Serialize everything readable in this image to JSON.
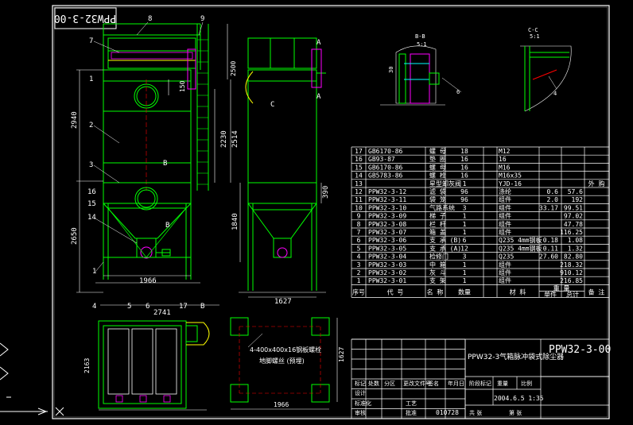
{
  "colors": {
    "background": "#000000",
    "frame": "#ffffff",
    "geometry": "#00ff00",
    "text": "#ffffff",
    "dimension": "#ffffff",
    "accent_yellow": "#ffff00",
    "accent_red": "#ff0000",
    "accent_magenta": "#ff00ff",
    "accent_cyan": "#00ffff"
  },
  "drawing": {
    "code_box": "PPW32-3-00",
    "title_main": "PPW32-3-00",
    "title_name": "PPW32-3气箱脉冲袋式除尘器",
    "date_scale": "2004.6.5  1:35",
    "drawing_no": "010728"
  },
  "labels": {
    "callouts": [
      "8",
      "9",
      "7",
      "1",
      "2",
      "3",
      "16",
      "15",
      "14",
      "1",
      "4",
      "5",
      "6",
      "17",
      "B",
      "B",
      "B",
      "A",
      "A",
      "C"
    ],
    "section_bb": "B-B",
    "section_bb_scale": "5:1",
    "section_cc": "C-C",
    "section_cc_scale": "5:1",
    "view_note_1": "4-400x400x16钢板螺栓",
    "view_note_2": "地脚螺丝 (预埋)",
    "dim_2940": "2940",
    "dim_2650": "2650",
    "dim_1966": "1966",
    "dim_2741": "2741",
    "dim_2163": "2163",
    "dim_150": "150",
    "dim_2500": "2500",
    "dim_2230": "2230",
    "dim_2514": "2514",
    "dim_390": "390",
    "dim_1840": "1840",
    "dim_1627": "1627",
    "dim_1966b": "1966",
    "dim_1627b": "1627",
    "dim_30": "30",
    "dim_6": "6",
    "dim_4": "4"
  },
  "bom": {
    "rows": [
      {
        "no": "17",
        "code": "GB6170-86",
        "name": "螺 母",
        "qty": "18",
        "mat": "M12",
        "w1": "",
        "w2": "",
        "rem": ""
      },
      {
        "no": "16",
        "code": "GB93-87",
        "name": "垫 圈",
        "qty": "16",
        "mat": "16",
        "w1": "",
        "w2": "",
        "rem": ""
      },
      {
        "no": "15",
        "code": "GB6170-86",
        "name": "螺 母",
        "qty": "16",
        "mat": "M16",
        "w1": "",
        "w2": "",
        "rem": ""
      },
      {
        "no": "14",
        "code": "GB5783-86",
        "name": "螺 栓",
        "qty": "16",
        "mat": "M16x35",
        "w1": "",
        "w2": "",
        "rem": ""
      },
      {
        "no": "13",
        "code": "",
        "name": "星型卸灰阀",
        "qty": "1",
        "mat": "YJD-16",
        "w1": "",
        "w2": "",
        "rem": "外 购"
      },
      {
        "no": "12",
        "code": "PPW32-3-12",
        "name": "滤 袋",
        "qty": "96",
        "mat": "涤纶",
        "w1": "0.6",
        "w2": "57.6",
        "rem": ""
      },
      {
        "no": "11",
        "code": "PPW32-3-11",
        "name": "袋 笼",
        "qty": "96",
        "mat": "组件",
        "w1": "2.0",
        "w2": "192",
        "rem": ""
      },
      {
        "no": "10",
        "code": "PPW32-3-10",
        "name": "气路系统",
        "qty": "3",
        "mat": "组件",
        "w1": "33.17",
        "w2": "99.51",
        "rem": ""
      },
      {
        "no": "9",
        "code": "PPW32-3-09",
        "name": "梯 子",
        "qty": "1",
        "mat": "组件",
        "w1": "",
        "w2": "97.02",
        "rem": ""
      },
      {
        "no": "8",
        "code": "PPW32-3-08",
        "name": "栏 杆",
        "qty": "1",
        "mat": "组件",
        "w1": "",
        "w2": "47.78",
        "rem": ""
      },
      {
        "no": "7",
        "code": "PPW32-3-07",
        "name": "箱 盖",
        "qty": "1",
        "mat": "组件",
        "w1": "",
        "w2": "116.25",
        "rem": ""
      },
      {
        "no": "6",
        "code": "PPW32-3-06",
        "name": "支 承 (B)",
        "qty": "6",
        "mat": "Q235 4mm钢板",
        "w1": "0.18",
        "w2": "1.08",
        "rem": ""
      },
      {
        "no": "5",
        "code": "PPW32-3-05",
        "name": "支 承 (A)",
        "qty": "12",
        "mat": "Q235 4mm钢板",
        "w1": "0.11",
        "w2": "1.32",
        "rem": ""
      },
      {
        "no": "4",
        "code": "PPW32-3-04",
        "name": "检修门",
        "qty": "3",
        "mat": "Q235",
        "w1": "27.60",
        "w2": "82.80",
        "rem": ""
      },
      {
        "no": "3",
        "code": "PPW32-3-03",
        "name": "中 箱",
        "qty": "1",
        "mat": "组件",
        "w1": "",
        "w2": "218.32",
        "rem": ""
      },
      {
        "no": "2",
        "code": "PPW32-3-02",
        "name": "灰 斗",
        "qty": "1",
        "mat": "组件",
        "w1": "",
        "w2": "910.12",
        "rem": ""
      },
      {
        "no": "1",
        "code": "PPW32-3-01",
        "name": "支 架",
        "qty": "1",
        "mat": "组件",
        "w1": "",
        "w2": "216.85",
        "rem": ""
      }
    ],
    "header": {
      "no": "序号",
      "code": "代 号",
      "name": "名 称",
      "qty": "数量",
      "mat": "材 料",
      "w1": "单件",
      "w2": "总计",
      "wgroup": "重 量",
      "rem": "备 注"
    },
    "tb_labels": [
      "标记",
      "处数",
      "分区",
      "更改文件号",
      "签名",
      "年月日",
      "设计",
      "标准化",
      "审核",
      "工艺",
      "批准",
      "阶段标记",
      "重量",
      "比例",
      "共 张",
      "第 张"
    ]
  }
}
